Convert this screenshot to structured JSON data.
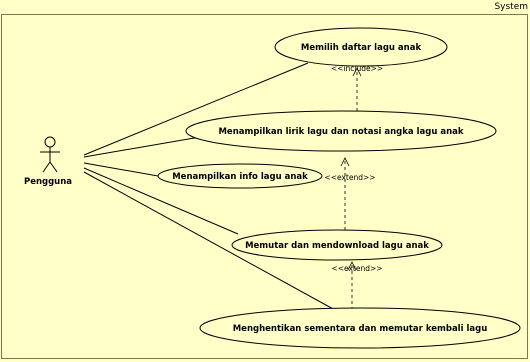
{
  "diagram": {
    "system_label": "System",
    "actor": {
      "name": "Pengguna"
    },
    "use_cases": [
      {
        "id": "uc1",
        "label": "Memilih daftar lagu anak"
      },
      {
        "id": "uc2",
        "label": "Menampilkan lirik lagu dan notasi angka  lagu anak"
      },
      {
        "id": "uc3",
        "label": "Menampilkan info lagu anak"
      },
      {
        "id": "uc4",
        "label": "Memutar dan mendownload lagu anak"
      },
      {
        "id": "uc5",
        "label": "Menghentikan sementara dan memutar kembali lagu"
      }
    ],
    "relations": [
      {
        "from": "uc2",
        "to": "uc1",
        "type": "dependency",
        "label": "<<include>>"
      },
      {
        "from": "uc4",
        "to": "uc2",
        "type": "dependency",
        "label": "<<extend>>"
      },
      {
        "from": "uc5",
        "to": "uc4",
        "type": "dependency",
        "label": "<<extend>>"
      }
    ],
    "colors": {
      "background": "#ffffc8",
      "line": "#000000",
      "frame": "#7a7a52"
    }
  }
}
